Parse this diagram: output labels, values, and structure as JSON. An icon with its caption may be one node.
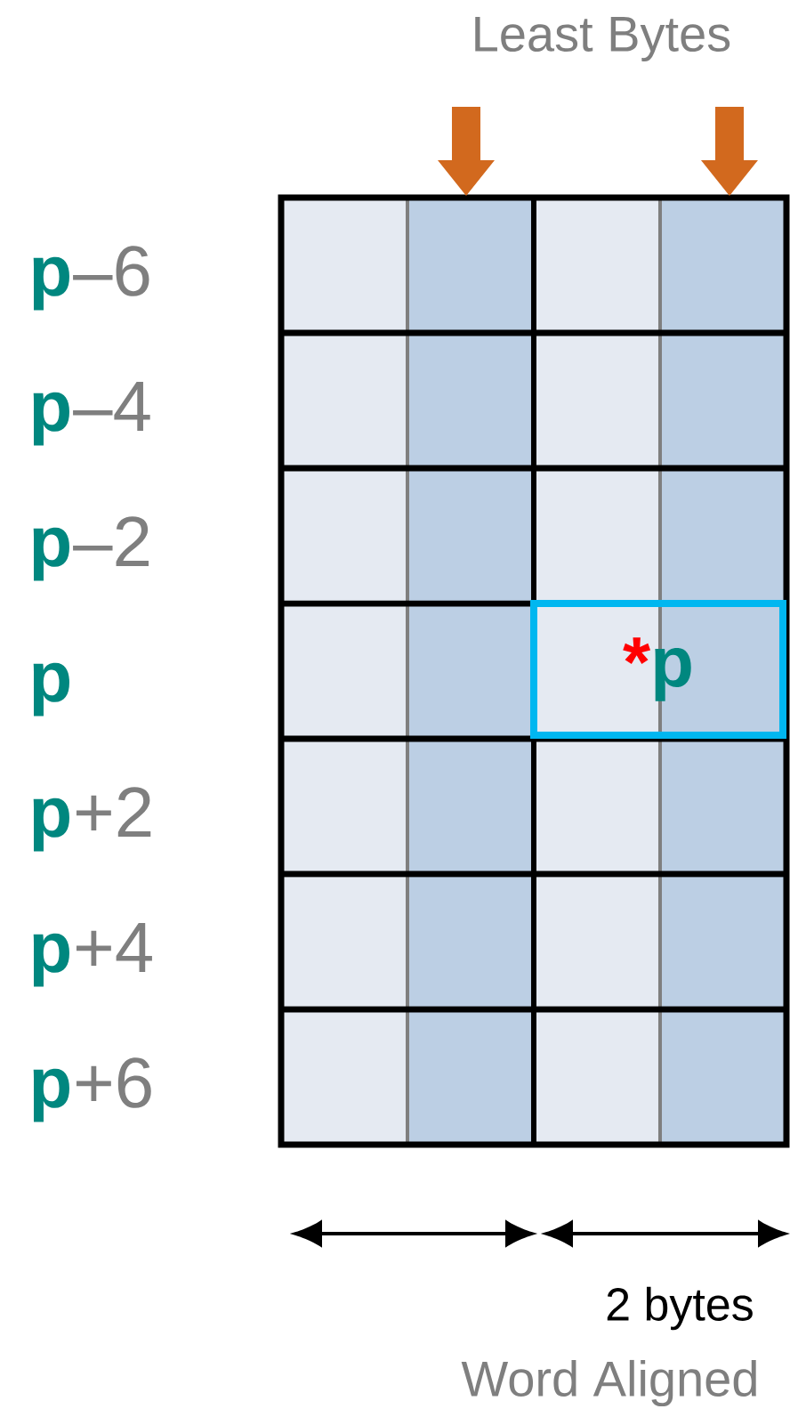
{
  "diagram": {
    "nodes": [
      {
        "text": [
          "*",
          "p"
        ]
      }
    ],
    "labels": [
      "Least Bytes",
      "p",
      "–6",
      "p",
      "–4",
      "p",
      "–2",
      "p",
      "p",
      "+2",
      "p",
      "+4",
      "p",
      "+6",
      "2 bytes",
      "Word Aligned"
    ]
  }
}
